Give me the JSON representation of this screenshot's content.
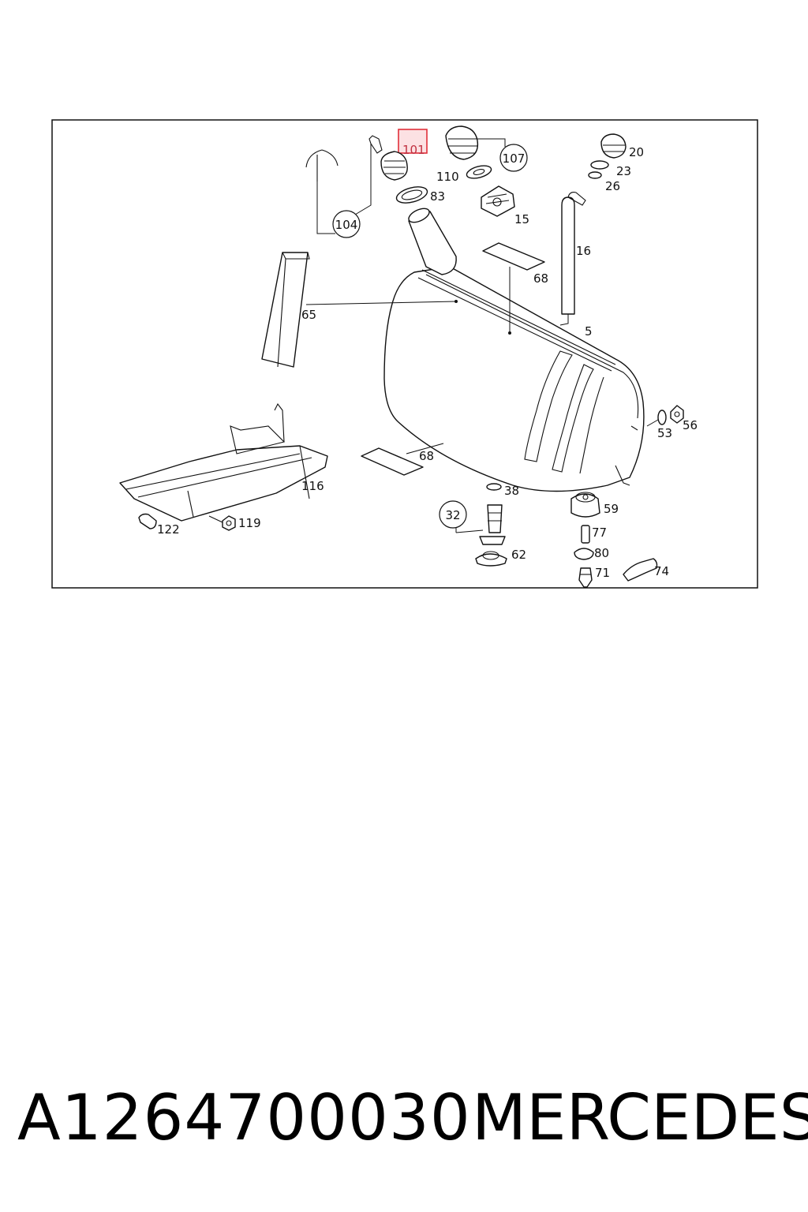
{
  "callouts": {
    "c101": "101",
    "c107": "107",
    "c110": "110",
    "c83": "83",
    "c104": "104",
    "c15": "15",
    "c20": "20",
    "c23": "23",
    "c26": "26",
    "c16": "16",
    "c68a": "68",
    "c65": "65",
    "c5": "5",
    "c53": "53",
    "c56": "56",
    "c68b": "68",
    "c116": "116",
    "c122": "122",
    "c119": "119",
    "c38": "38",
    "c32": "32",
    "c59": "59",
    "c77": "77",
    "c80": "80",
    "c62": "62",
    "c71": "71",
    "c74": "74"
  },
  "highlight": {
    "part": "101",
    "color": "#e0303a"
  },
  "footer": {
    "part_number": "A1264700030",
    "brand": "MERCEDES"
  }
}
